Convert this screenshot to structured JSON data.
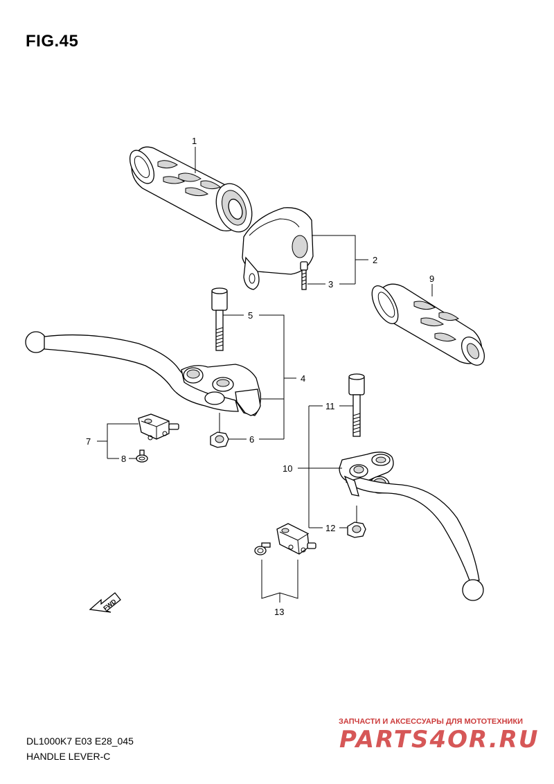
{
  "figure": {
    "title": "FIG.45",
    "model_code": "DL1000K7 E03 E28_045",
    "section_name": "HANDLE LEVER-C"
  },
  "callouts": [
    {
      "id": "1",
      "label": "1"
    },
    {
      "id": "2",
      "label": "2"
    },
    {
      "id": "3",
      "label": "3"
    },
    {
      "id": "4",
      "label": "4"
    },
    {
      "id": "5",
      "label": "5"
    },
    {
      "id": "6",
      "label": "6"
    },
    {
      "id": "7",
      "label": "7"
    },
    {
      "id": "8",
      "label": "8"
    },
    {
      "id": "9",
      "label": "9"
    },
    {
      "id": "10",
      "label": "10"
    },
    {
      "id": "11",
      "label": "11"
    },
    {
      "id": "12",
      "label": "12"
    },
    {
      "id": "13",
      "label": "13"
    }
  ],
  "direction_marker": {
    "label": "FWD"
  },
  "watermark": {
    "tagline": "ЗАПЧАСТИ И АКСЕССУАРЫ ДЛЯ МОТОТЕХНИКИ",
    "logo": "PARTS4OR.RU",
    "color": "#cc3b3b"
  }
}
